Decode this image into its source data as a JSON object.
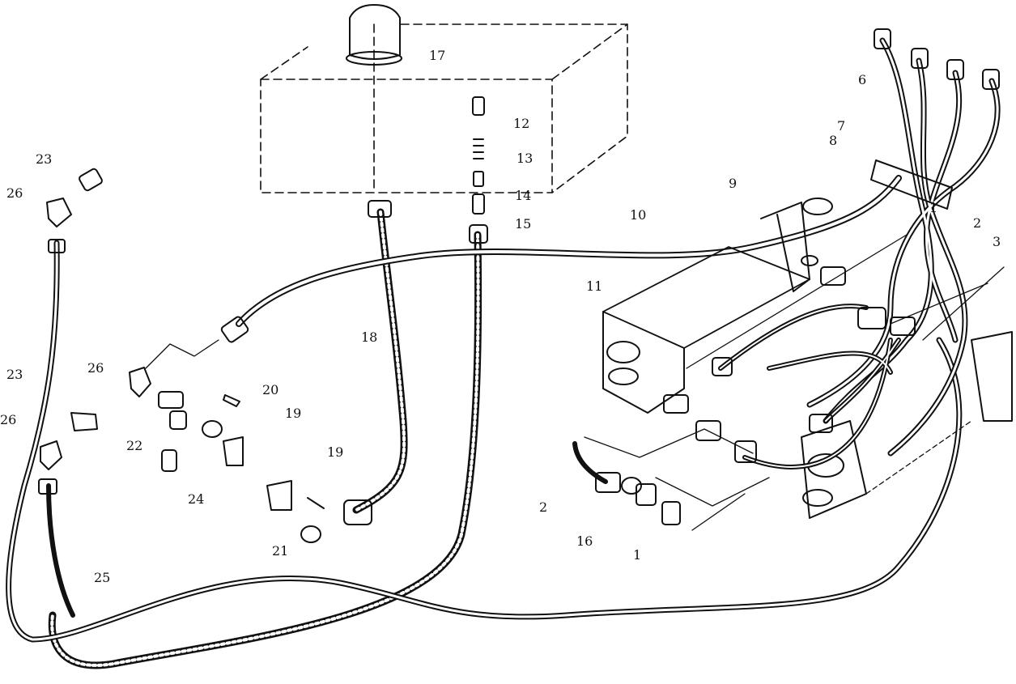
{
  "diagram": {
    "labels": [
      {
        "id": "c1a",
        "text": "1"
      },
      {
        "id": "c1b",
        "text": "1"
      },
      {
        "id": "c2a",
        "text": "2"
      },
      {
        "id": "c2b",
        "text": "2"
      },
      {
        "id": "c3",
        "text": "3"
      },
      {
        "id": "c6",
        "text": "6"
      },
      {
        "id": "c7",
        "text": "7"
      },
      {
        "id": "c8",
        "text": "8"
      },
      {
        "id": "c9",
        "text": "9"
      },
      {
        "id": "c10",
        "text": "10"
      },
      {
        "id": "c11",
        "text": "11"
      },
      {
        "id": "c12",
        "text": "12"
      },
      {
        "id": "c13",
        "text": "13"
      },
      {
        "id": "c14",
        "text": "14"
      },
      {
        "id": "c15",
        "text": "15"
      },
      {
        "id": "c16",
        "text": "16"
      },
      {
        "id": "c17",
        "text": "17"
      },
      {
        "id": "c18",
        "text": "18"
      },
      {
        "id": "c19a",
        "text": "19"
      },
      {
        "id": "c19b",
        "text": "19"
      },
      {
        "id": "c20",
        "text": "20"
      },
      {
        "id": "c21",
        "text": "21"
      },
      {
        "id": "c22",
        "text": "22"
      },
      {
        "id": "c23a",
        "text": "23"
      },
      {
        "id": "c23b",
        "text": "23"
      },
      {
        "id": "c24",
        "text": "24"
      },
      {
        "id": "c25",
        "text": "25"
      },
      {
        "id": "c26a",
        "text": "26"
      },
      {
        "id": "c26b",
        "text": "26"
      },
      {
        "id": "c26c",
        "text": "26"
      }
    ],
    "colors": {
      "ink": "#111111",
      "paper": "#ffffff"
    }
  }
}
